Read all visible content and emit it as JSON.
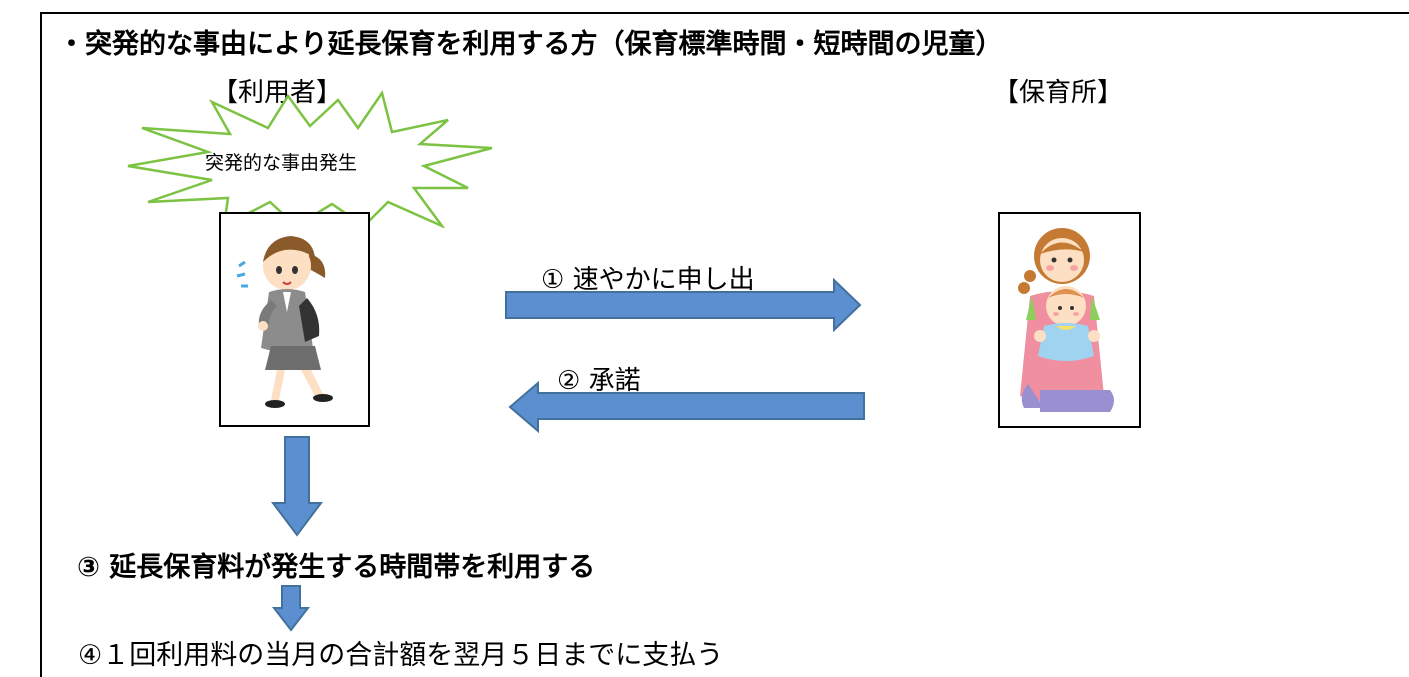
{
  "header_clipped": "",
  "title": "・突発的な事由により延長保育を利用する方（保育標準時間・短時間の児童）",
  "user_label": "【利用者】",
  "nursery_label": "【保育所】",
  "burst_text": "突発的な事由発生",
  "step1_label": "① 速やかに申し出",
  "step2_label": "② 承諾",
  "step3_label": "③ 延長保育料が発生する時間帯を利用する",
  "step4_label": "④１回利用料の当月の合計額を翌月５日までに支払う",
  "colors": {
    "arrow_fill": "#5b8fcf",
    "arrow_stroke": "#41719c",
    "burst_stroke": "#7cc243"
  },
  "icons": {
    "user": "running-businesswoman-illustration",
    "nursery": "caregiver-holding-baby-illustration"
  }
}
